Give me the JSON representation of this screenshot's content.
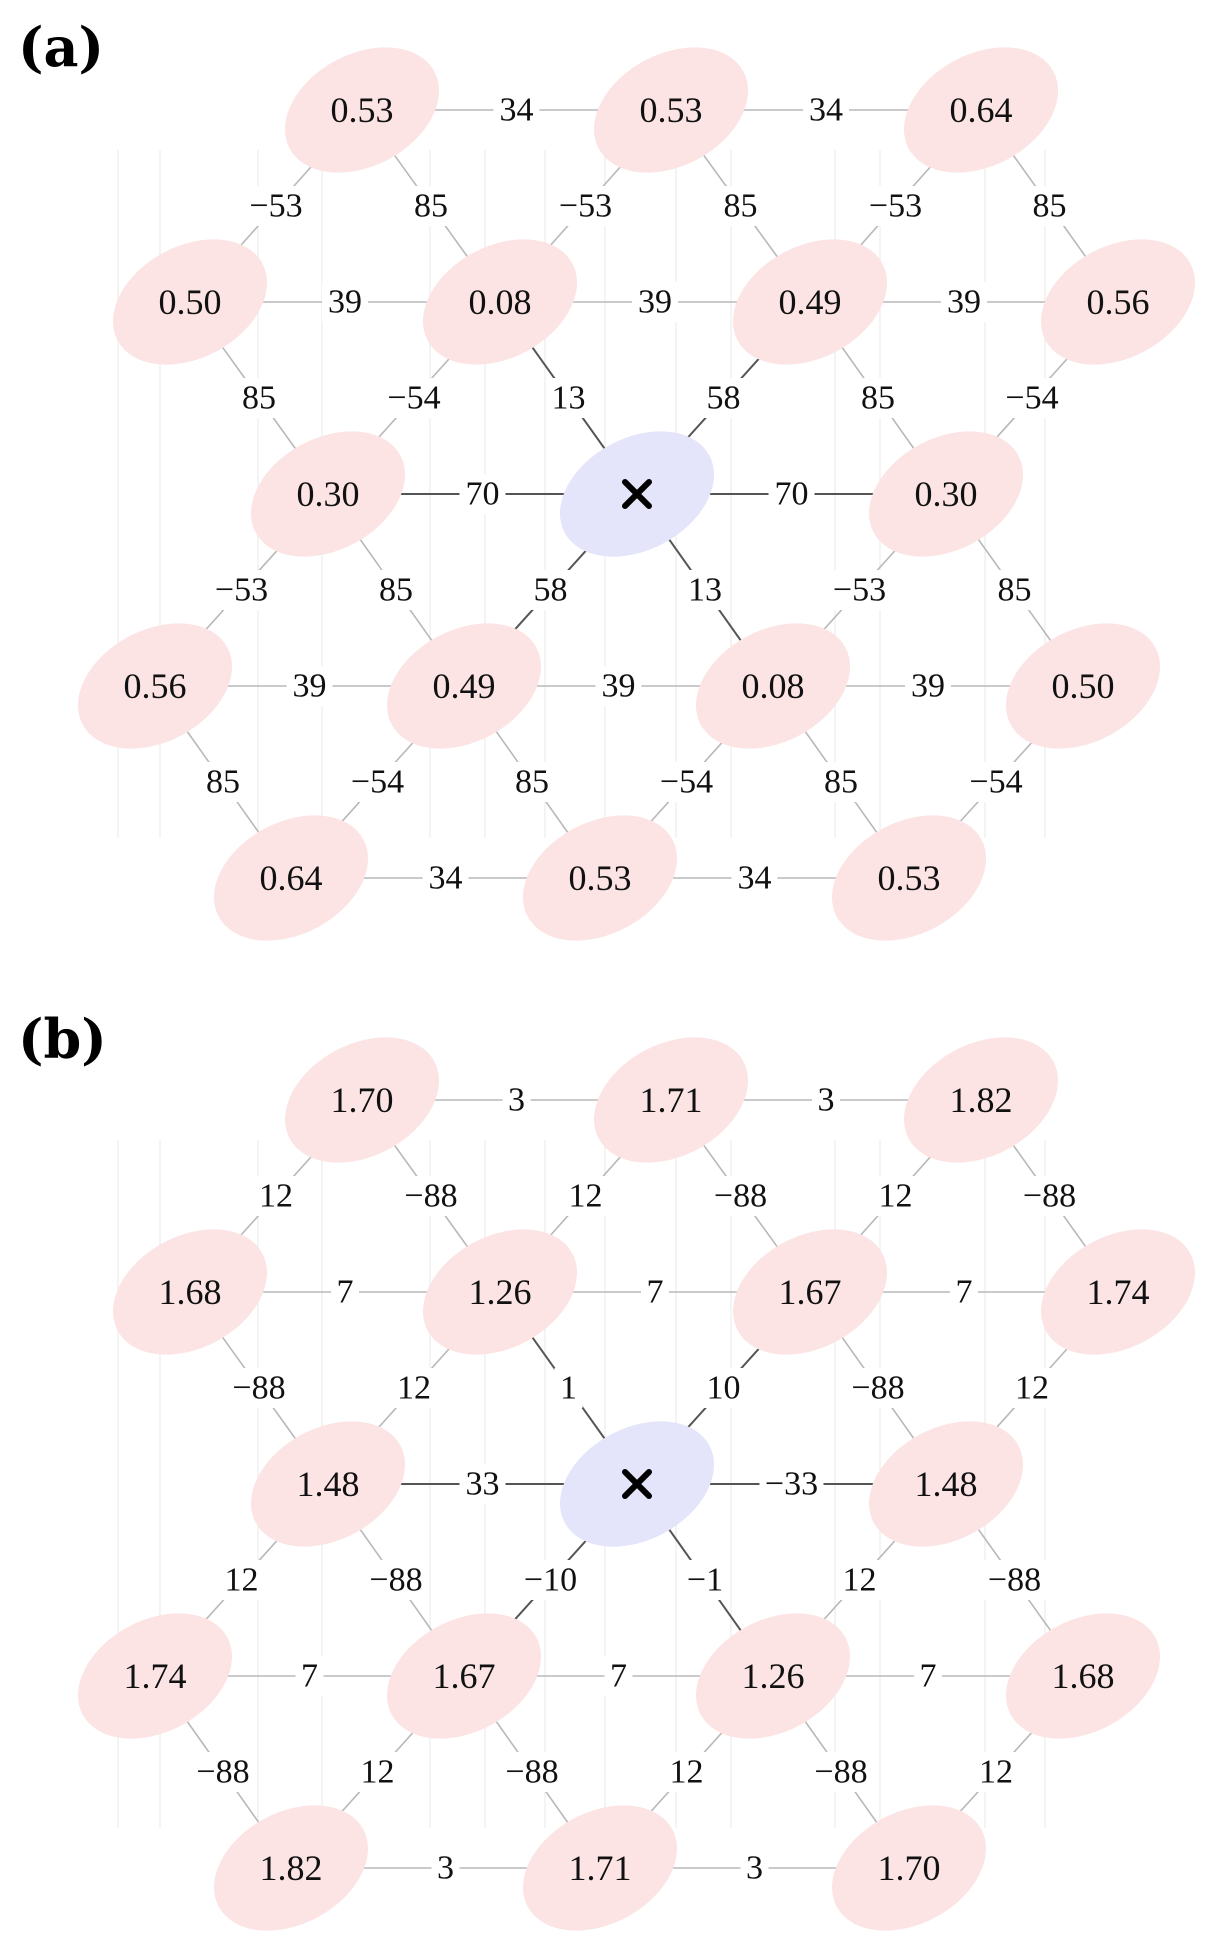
{
  "panels": [
    {
      "label": "(a)",
      "center_marker": "cross-icon",
      "nodes": {
        "r0": [
          "0.53",
          "0.53",
          "0.64"
        ],
        "r1": [
          "0.50",
          "0.08",
          "0.49",
          "0.56"
        ],
        "r2": [
          "0.30",
          "0.30"
        ],
        "r3": [
          "0.56",
          "0.49",
          "0.08",
          "0.50"
        ],
        "r4": [
          "0.64",
          "0.53",
          "0.53"
        ]
      },
      "edges": {
        "r0_h": [
          "34",
          "34"
        ],
        "r01_d": [
          "−53",
          "85",
          "−53",
          "85",
          "−53",
          "85"
        ],
        "r1_h": [
          "39",
          "39",
          "39"
        ],
        "r12_d": [
          "85",
          "−54",
          "13",
          "58",
          "85",
          "−54"
        ],
        "r2_h": [
          "70",
          "70"
        ],
        "r23_d": [
          "−53",
          "85",
          "58",
          "13",
          "−53",
          "85"
        ],
        "r3_h": [
          "39",
          "39",
          "39"
        ],
        "r34_d": [
          "85",
          "−54",
          "85",
          "−54",
          "85",
          "−54"
        ],
        "r4_h": [
          "34",
          "34"
        ]
      }
    },
    {
      "label": "(b)",
      "center_marker": "cross-icon",
      "nodes": {
        "r0": [
          "1.70",
          "1.71",
          "1.82"
        ],
        "r1": [
          "1.68",
          "1.26",
          "1.67",
          "1.74"
        ],
        "r2": [
          "1.48",
          "1.48"
        ],
        "r3": [
          "1.74",
          "1.67",
          "1.26",
          "1.68"
        ],
        "r4": [
          "1.82",
          "1.71",
          "1.70"
        ]
      },
      "edges": {
        "r0_h": [
          "3",
          "3"
        ],
        "r01_d": [
          "12",
          "−88",
          "12",
          "−88",
          "12",
          "−88"
        ],
        "r1_h": [
          "7",
          "7",
          "7"
        ],
        "r12_d": [
          "−88",
          "12",
          "1",
          "10",
          "−88",
          "12"
        ],
        "r2_h": [
          "33",
          "−33"
        ],
        "r23_d": [
          "12",
          "−88",
          "−10",
          "−1",
          "12",
          "−88"
        ],
        "r3_h": [
          "7",
          "7",
          "7"
        ],
        "r34_d": [
          "−88",
          "12",
          "−88",
          "12",
          "−88",
          "12"
        ],
        "r4_h": [
          "3",
          "3"
        ]
      }
    }
  ]
}
